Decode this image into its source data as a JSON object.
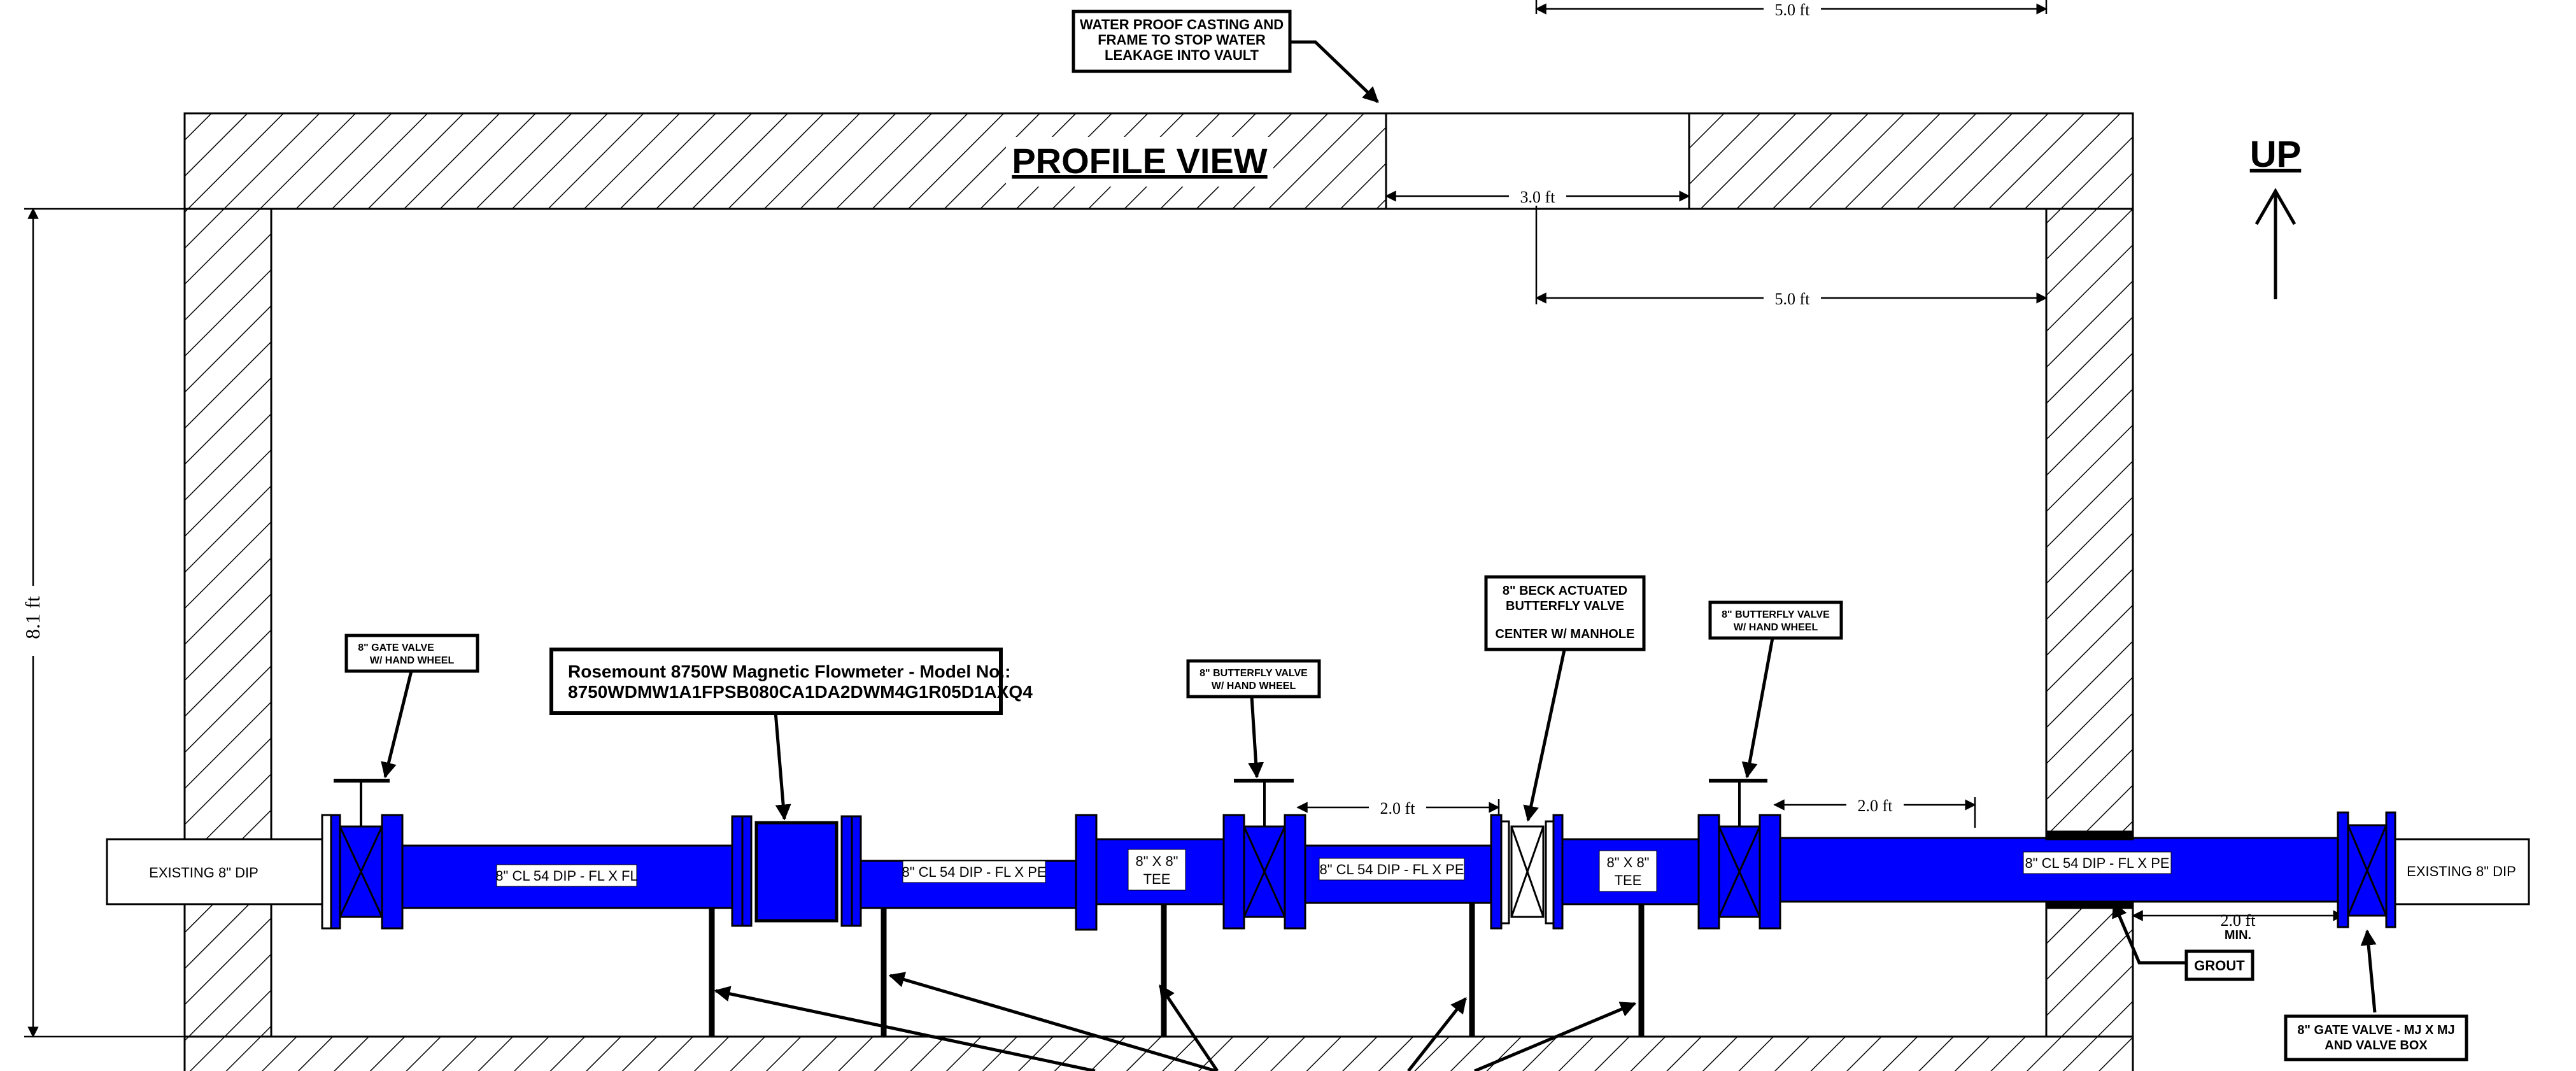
{
  "title": "PROFILE VIEW",
  "north_arrow_label": "UP",
  "callouts": {
    "casting": [
      "WATER PROOF CASTING AND",
      "FRAME TO STOP WATER",
      "LEAKAGE INTO VAULT"
    ],
    "gate_valve_left": [
      "8\" GATE VALVE",
      "W/ HAND WHEEL"
    ],
    "flowmeter": [
      "Rosemount 8750W Magnetic Flowmeter - Model No.:",
      "8750WDMW1A1FPSB080CA1DA2DWM4G1R05D1AXQ4"
    ],
    "butterfly_valve_1": [
      "8\" BUTTERFLY VALVE",
      "W/ HAND WHEEL"
    ],
    "beck_valve": [
      "8\" BECK ACTUATED",
      "BUTTERFLY VALVE",
      "",
      "CENTER W/ MANHOLE"
    ],
    "butterfly_valve_2": [
      "8\" BUTTERFLY VALVE",
      "W/ HAND WHEEL"
    ],
    "grout": [
      "GROUT"
    ],
    "gate_valve_right": [
      "8\" GATE VALVE - MJ X MJ",
      "AND VALVE BOX"
    ]
  },
  "pipe_labels": {
    "existing_left": "EXISTING 8\" DIP",
    "existing_right": "EXISTING 8\" DIP",
    "pipe1": "8\" CL 54 DIP - FL X FL",
    "pipe2": "8\" CL 54 DIP - FL X PE",
    "tee1": [
      "8\" X 8\"",
      "TEE"
    ],
    "pipe3": "8\" CL 54 DIP - FL X PE",
    "tee2": [
      "8\" X 8\"",
      "TEE"
    ],
    "pipe4": "8\" CL 54 DIP - FL X PE"
  },
  "dimensions": {
    "top_span": "5.0 ft",
    "opening_width": "3.0 ft",
    "inner_span": "5.0 ft",
    "vault_height": "8.1 ft",
    "valve_spacing_1": "2.0 ft",
    "valve_spacing_2": "2.0 ft",
    "wall_clearance": "2.0 ft",
    "wall_clearance_note": "MIN."
  },
  "colors": {
    "pipe": "#0000ff",
    "line": "#000000",
    "background": "#ffffff"
  }
}
